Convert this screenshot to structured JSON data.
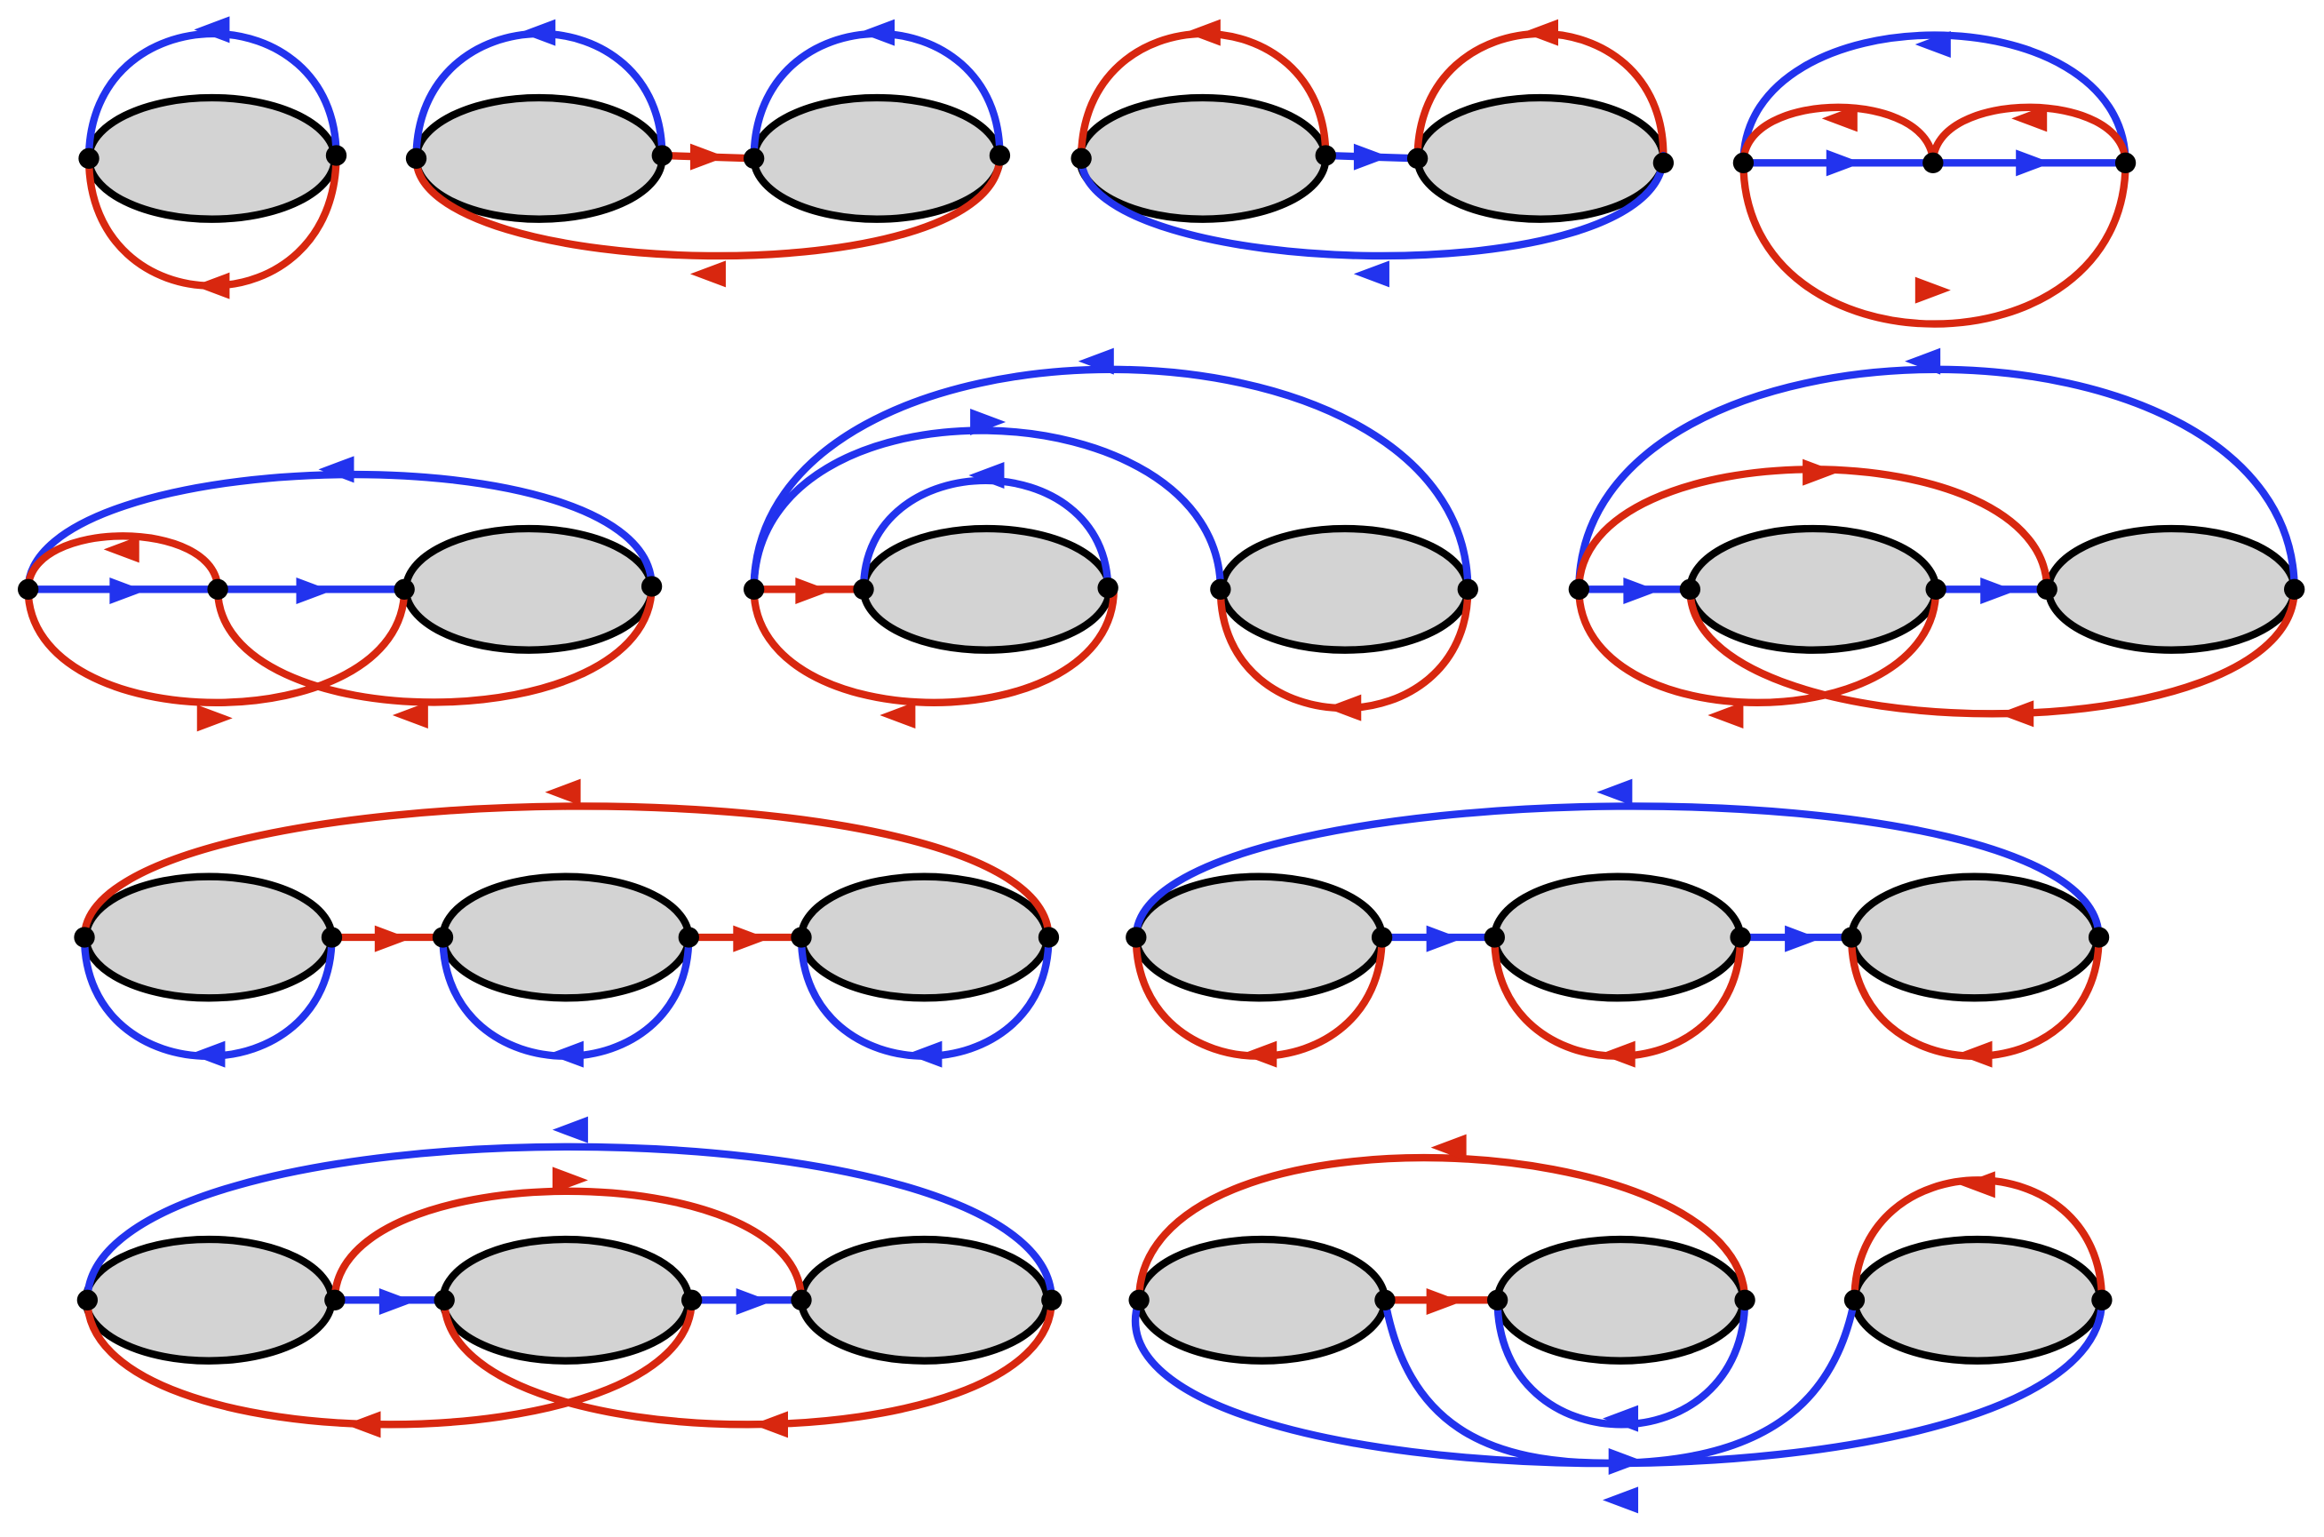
{
  "colors": {
    "blue": "#2233ee",
    "red": "#d8270f",
    "blob_fill": "#d3d3d3",
    "outline": "#000000",
    "background": "#ffffff"
  },
  "diagrams": [
    {
      "id": "d1",
      "blobs": 1
    },
    {
      "id": "d2",
      "blobs": 2
    },
    {
      "id": "d3",
      "blobs": 2
    },
    {
      "id": "d4",
      "blobs": 0
    },
    {
      "id": "d5",
      "blobs": 1
    },
    {
      "id": "d6",
      "blobs": 2
    },
    {
      "id": "d7",
      "blobs": 2
    },
    {
      "id": "d8",
      "blobs": 3
    },
    {
      "id": "d9",
      "blobs": 3
    },
    {
      "id": "d10",
      "blobs": 3
    },
    {
      "id": "d11",
      "blobs": 3
    }
  ]
}
